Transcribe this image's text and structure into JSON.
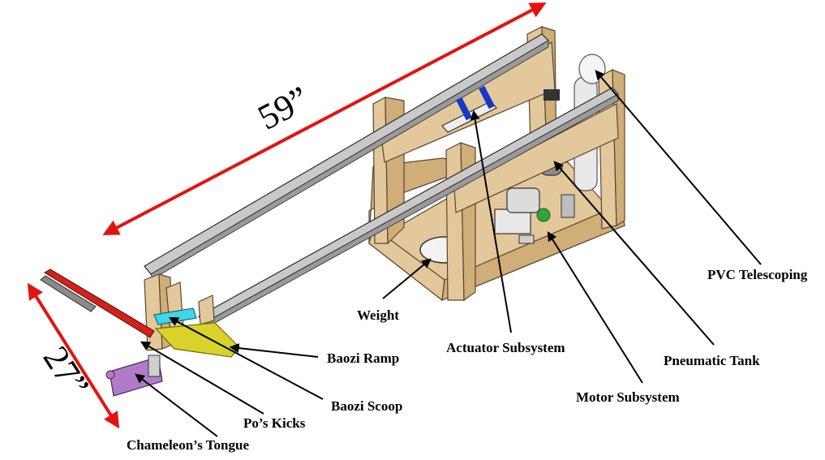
{
  "dimensions": {
    "length": "59”",
    "width": "27”"
  },
  "labels": {
    "pvc_telescoping": "PVC Telescoping",
    "weight": "Weight",
    "actuator_subsystem": "Actuator Subsystem",
    "pneumatic_tank": "Pneumatic Tank",
    "baozi_ramp": "Baozi Ramp",
    "baozi_scoop": "Baozi Scoop",
    "motor_subsystem": "Motor Subsystem",
    "pos_kicks": "Po’s Kicks",
    "chameleons_tongue": "Chameleon’s Tongue"
  },
  "colors": {
    "dimension_arrow": "#e3140f",
    "wood": "#e2c89a",
    "rail": "#c9c9c9",
    "tongue": "#b07cc9",
    "ramp": "#d8d22a",
    "scoop": "#3fd6e8",
    "red_bar": "#d0211b",
    "actuator_clamp": "#1a36c8",
    "motor_gear": "#2fa53a"
  }
}
